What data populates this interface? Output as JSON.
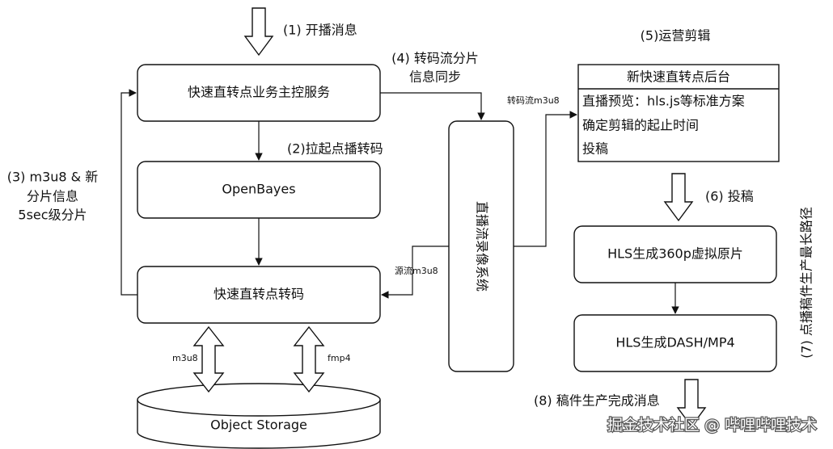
{
  "nodes": {
    "main_service": "快速直转点业务主控服务",
    "openbayes": "OpenBayes",
    "transcode": "快速直转点转码",
    "live_recorder": "直播流录像系统",
    "object_storage": "Object Storage",
    "backstage_title": "新快速直转点后台",
    "backstage_items": [
      "直播预览：hls.js等标准方案",
      "确定剪辑的起止时间",
      "投稿"
    ],
    "hls_360p": "HLS生成360p虚拟原片",
    "hls_dash": "HLS生成DASH/MP4"
  },
  "labels": {
    "step1": "(1) 开播消息",
    "step2": "(2)拉起点播转码",
    "step3": [
      "(3) m3u8 & 新",
      "分片信息",
      "5sec级分片"
    ],
    "step4": [
      "(4) 转码流分片",
      "信息同步"
    ],
    "step5": "(5)运营剪辑",
    "step6": "(6) 投稿",
    "step7": "(7) 点播稿件生产最长路径",
    "step8": "(8) 稿件生产完成消息",
    "transcode_stream_m3u8": "转码流m3u8",
    "source_stream_m3u8": "源流m3u8",
    "m3u8": "m3u8",
    "fmp4": "fmp4"
  },
  "watermark": "掘金技术社区 @ 哔哩哔哩技术",
  "colors": {
    "stroke": "#111111",
    "fill": "#ffffff",
    "text": "#111111"
  }
}
